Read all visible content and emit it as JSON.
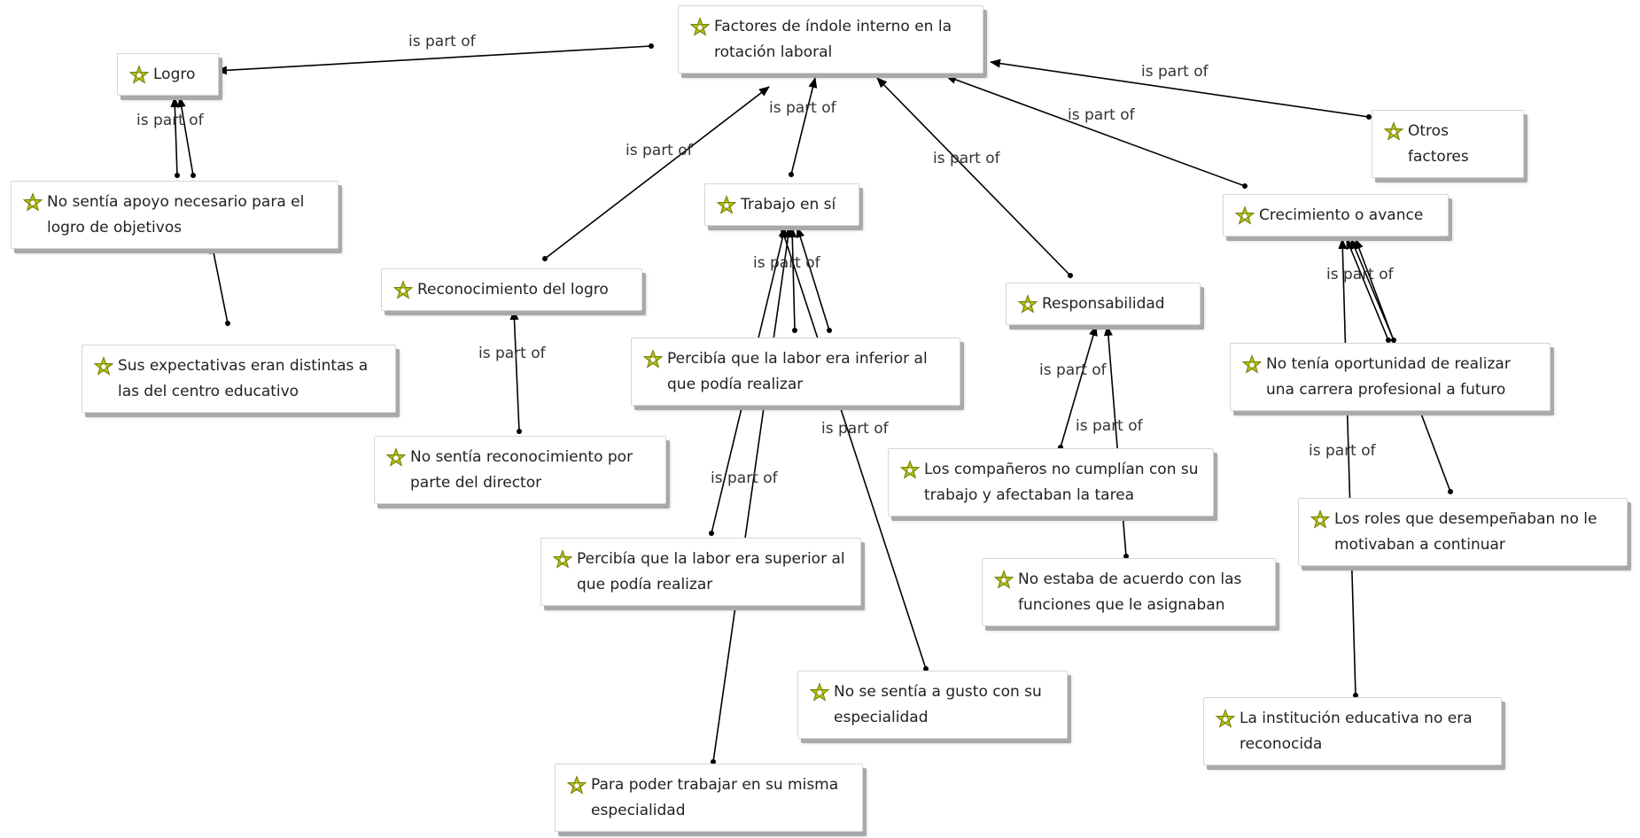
{
  "nodes": {
    "main": "Factores de índole interno en la rotación laboral",
    "logro": "Logro",
    "otros": "Otros factores",
    "apoyo": "No sentía apoyo necesario para el logro de objetivos",
    "trabajo": "Trabajo en sí",
    "crecimiento": "Crecimiento o avance",
    "reconocimiento": "Reconocimiento del logro",
    "responsabilidad": "Responsabilidad",
    "expectativas": "Sus expectativas eran distintas a las del centro educativo",
    "inferior": "Percibía que la labor era inferior al que podía realizar",
    "oportunidad": "No tenía oportunidad de realizar una carrera profesional a futuro",
    "director": "No sentía reconocimiento por parte del director",
    "companeros": "Los compañeros no cumplían con su trabajo y afectaban la tarea",
    "roles": "Los roles que desempeñaban no le motivaban a continuar",
    "superior": "Percibía que la labor era superior al que podía realizar",
    "funciones": "No estaba de acuerdo con las funciones que le asignaban",
    "gusto": "No se sentía a gusto con su especialidad",
    "institucion": "La institución educativa no era reconocida",
    "especialidad": "Para poder trabajar en su misma especialidad"
  },
  "link_label": "is part of",
  "icon": "node-star-icon",
  "colors": {
    "icon": "#b5c20f",
    "edge": "#000000",
    "shadow": "#a9a9a9"
  }
}
